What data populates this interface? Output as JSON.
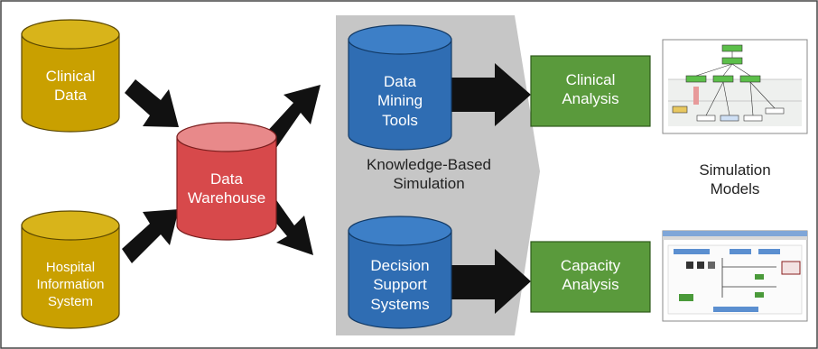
{
  "colors": {
    "gold": "#c9a000",
    "red": "#d7494b",
    "blue": "#2f6db3",
    "green": "#5a9a3c",
    "gray": "#c6c6c6",
    "arrow": "#111111"
  },
  "nodes": {
    "clinical_data": {
      "line1": "Clinical",
      "line2": "Data"
    },
    "his": {
      "line1": "Hospital",
      "line2": "Information",
      "line3": "System"
    },
    "warehouse": {
      "line1": "Data",
      "line2": "Warehouse"
    },
    "mining": {
      "line1": "Data",
      "line2": "Mining",
      "line3": "Tools"
    },
    "dss": {
      "line1": "Decision",
      "line2": "Support",
      "line3": "Systems"
    },
    "clinical_analysis": {
      "line1": "Clinical",
      "line2": "Analysis"
    },
    "capacity_analysis": {
      "line1": "Capacity",
      "line2": "Analysis"
    }
  },
  "labels": {
    "kbs": {
      "line1": "Knowledge-Based",
      "line2": "Simulation"
    },
    "models": {
      "line1": "Simulation",
      "line2": "Models"
    }
  }
}
